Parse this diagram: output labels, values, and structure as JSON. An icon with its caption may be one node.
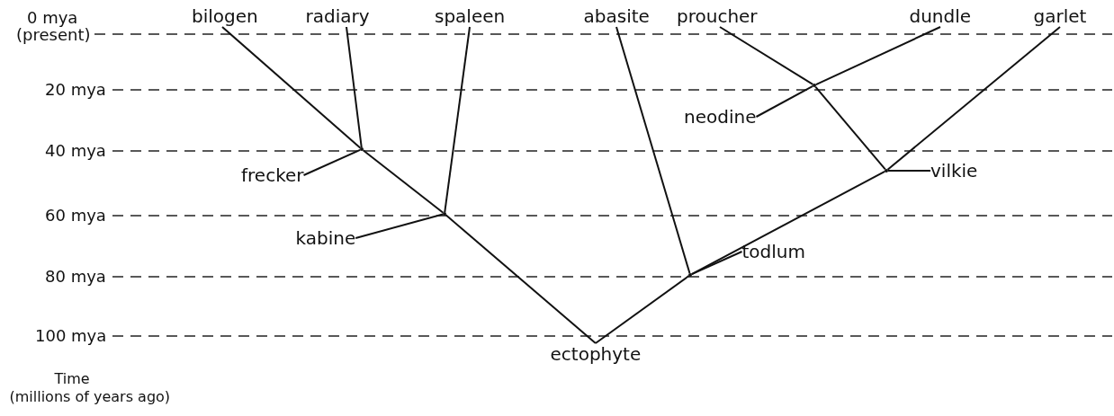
{
  "diagram": {
    "nodes": [
      {
        "text": [
          "bilogen"
        ]
      },
      {
        "text": [
          "radiary"
        ]
      },
      {
        "text": [
          "spaleen"
        ]
      },
      {
        "text": [
          "abasite"
        ]
      },
      {
        "text": [
          "proucher"
        ]
      },
      {
        "text": [
          "dundle"
        ]
      },
      {
        "text": [
          "garlet"
        ]
      },
      {
        "text": [
          "neodine"
        ]
      },
      {
        "text": [
          "frecker"
        ]
      },
      {
        "text": [
          "vilkie"
        ]
      },
      {
        "text": [
          "kabine"
        ]
      },
      {
        "text": [
          "todlum"
        ]
      },
      {
        "text": [
          "ectophyte"
        ]
      },
      {
        "text": [],
        "shape": "point"
      },
      {
        "text": [],
        "shape": "point"
      },
      {
        "text": [],
        "shape": "point"
      },
      {
        "text": [],
        "shape": "point"
      },
      {
        "text": [],
        "shape": "point"
      }
    ],
    "edges": [
      {
        "from": 12,
        "to": 16,
        "arrow": "none"
      },
      {
        "from": 16,
        "to": 14,
        "arrow": "none"
      },
      {
        "from": 14,
        "to": 0,
        "arrow": "none"
      },
      {
        "from": 14,
        "to": 1,
        "arrow": "none"
      },
      {
        "from": 16,
        "to": 2,
        "arrow": "none"
      },
      {
        "from": 12,
        "to": 17,
        "arrow": "none"
      },
      {
        "from": 17,
        "to": 3,
        "arrow": "none"
      },
      {
        "from": 17,
        "to": 15,
        "arrow": "none"
      },
      {
        "from": 15,
        "to": 13,
        "arrow": "none"
      },
      {
        "from": 15,
        "to": 6,
        "arrow": "none"
      },
      {
        "from": 13,
        "to": 4,
        "arrow": "none"
      },
      {
        "from": 13,
        "to": 5,
        "arrow": "none"
      },
      {
        "from": 7,
        "to": 13,
        "arrow": "none"
      },
      {
        "from": 8,
        "to": 14,
        "arrow": "none"
      },
      {
        "from": 9,
        "to": 15,
        "arrow": "none"
      },
      {
        "from": 10,
        "to": 16,
        "arrow": "none"
      },
      {
        "from": 11,
        "to": 17,
        "arrow": "none"
      }
    ],
    "labels": [
      "0 mya",
      "(present)",
      "20 mya",
      "40 mya",
      "60 mya",
      "80 mya",
      "100 mya",
      "Time",
      "(millions of years ago)"
    ]
  }
}
